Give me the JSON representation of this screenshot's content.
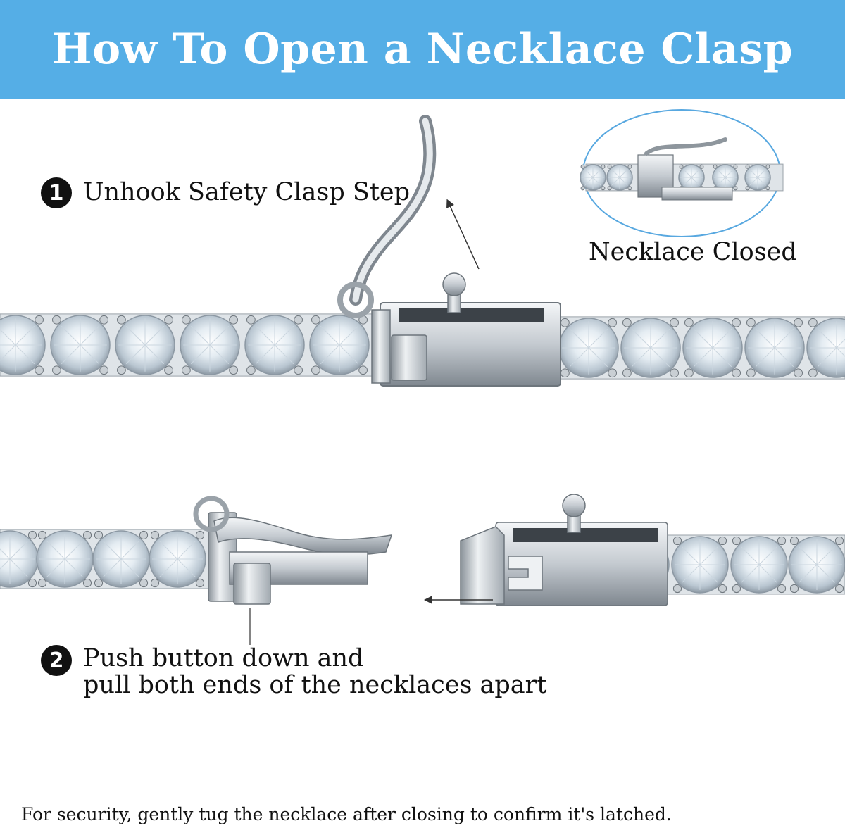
{
  "banner": {
    "title": "How To Open a Necklace Clasp",
    "color": "#55aee6"
  },
  "steps": [
    {
      "number": "1",
      "lines": [
        "Unhook Safety Clasp Step"
      ]
    },
    {
      "number": "2",
      "lines": [
        "Push button down and",
        "pull both ends of the necklaces apart"
      ]
    }
  ],
  "inset": {
    "label": "Necklace Closed"
  },
  "footer": {
    "note": "For security, gently tug the necklace after closing to confirm it's latched."
  },
  "icons": [
    "necklace-chain-image",
    "box-clasp-image",
    "safety-hook-image",
    "arrow-icon"
  ]
}
